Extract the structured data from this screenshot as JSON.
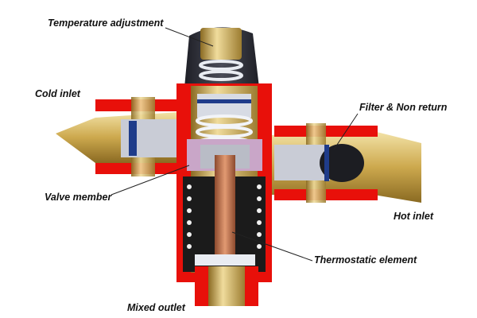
{
  "title": "Thermostatic mixing valve cutaway",
  "labels": {
    "temperature_adjustment": "Temperature adjustment",
    "cold_inlet": "Cold inlet",
    "filter_non_return": "Filter & Non return",
    "valve_member": "Valve member",
    "hot_inlet": "Hot inlet",
    "thermostatic_element": "Thermostatic element",
    "mixed_outlet": "Mixed outlet"
  },
  "colors": {
    "cutaway": "#e8100a",
    "brass": "#d2b25a",
    "cap": "#2e2f38",
    "copper": "#c0704a",
    "steel": "#c9ccd6"
  }
}
